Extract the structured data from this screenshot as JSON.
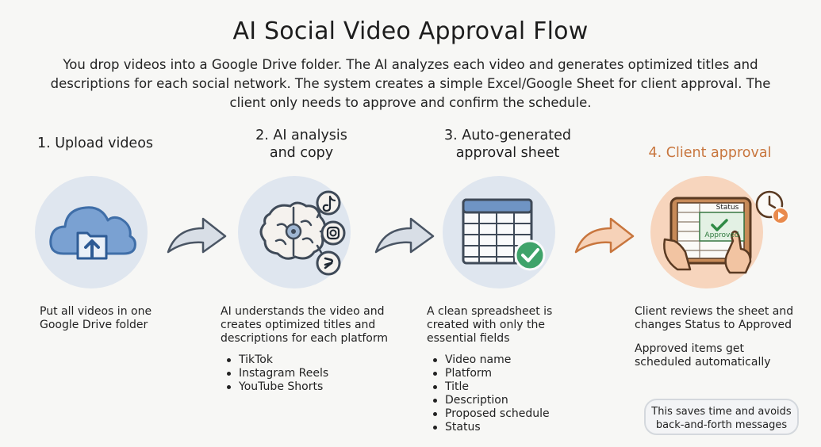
{
  "title": "AI Social Video Approval Flow",
  "subtitle": "You drop videos into a Google Drive folder. The AI analyzes each video and generates optimized titles and descriptions for each social network. The system creates a simple Excel/Google Sheet for client approval. The client only needs to approve and confirm the schedule.",
  "accent_color": "#c8763e",
  "steps": [
    {
      "title": "1. Upload videos",
      "icon": "cloud-upload-icon",
      "description": "Put all videos in one Google Drive folder"
    },
    {
      "title_line1": "2. AI analysis",
      "title_line2": "and copy",
      "icon": "ai-brain-icon",
      "description": "AI understands the video and creates optimized titles and descriptions for each platform",
      "platforms": [
        "TikTok",
        "Instagram Reels",
        "YouTube Shorts"
      ]
    },
    {
      "title_line1": "3. Auto-generated",
      "title_line2": "approval sheet",
      "icon": "spreadsheet-check-icon",
      "description": "A clean spreadsheet is created with only the essential fields",
      "fields": [
        "Video name",
        "Platform",
        "Title",
        "Description",
        "Proposed schedule",
        "Status"
      ]
    },
    {
      "title": "4. Client approval",
      "icon": "tablet-approval-icon",
      "description": "Client reviews the sheet and changes Status to Approved",
      "description2": "Approved items get scheduled automatically",
      "sheet_header": "Status",
      "sheet_status": "Approved"
    }
  ],
  "note": "This saves time and avoids back-and-forth messages"
}
